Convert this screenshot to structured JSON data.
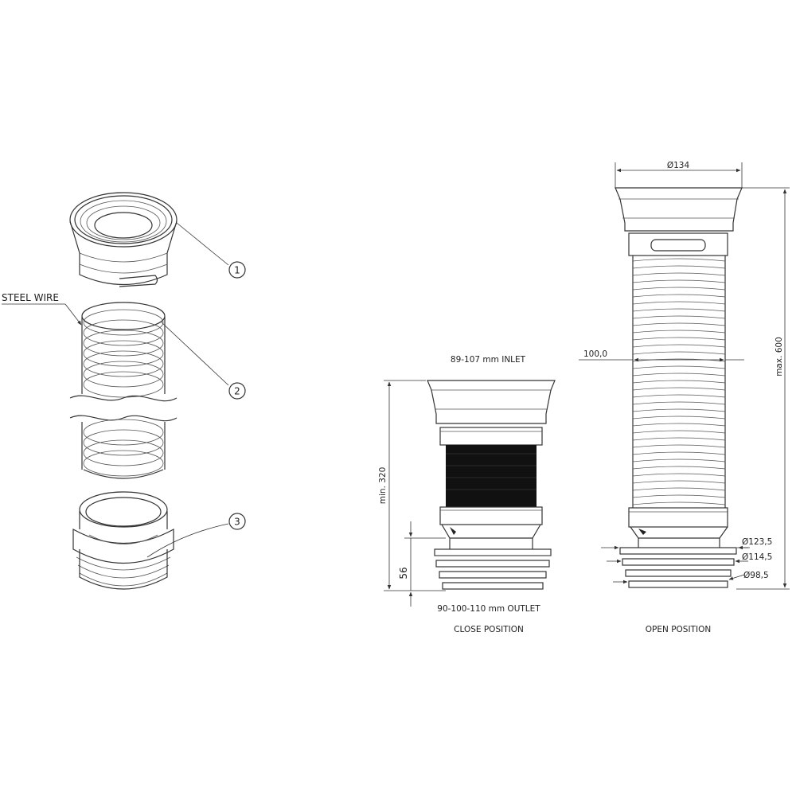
{
  "exploded_view": {
    "steel_wire_label": "STEEL WIRE",
    "callouts": [
      "1",
      "2",
      "3"
    ]
  },
  "close_position": {
    "inlet_label": "89-107 mm INLET",
    "height_label": "min. 320",
    "outlet_height_label": "56",
    "outlet_label": "90-100-110 mm OUTLET",
    "caption": "CLOSE POSITION"
  },
  "open_position": {
    "top_diameter_label": "Ø134",
    "mid_diameter_label": "100,0",
    "height_label": "max. 600",
    "outlet_diameters": [
      "Ø123,5",
      "Ø114,5",
      "Ø98,5"
    ],
    "caption": "OPEN POSITION"
  }
}
